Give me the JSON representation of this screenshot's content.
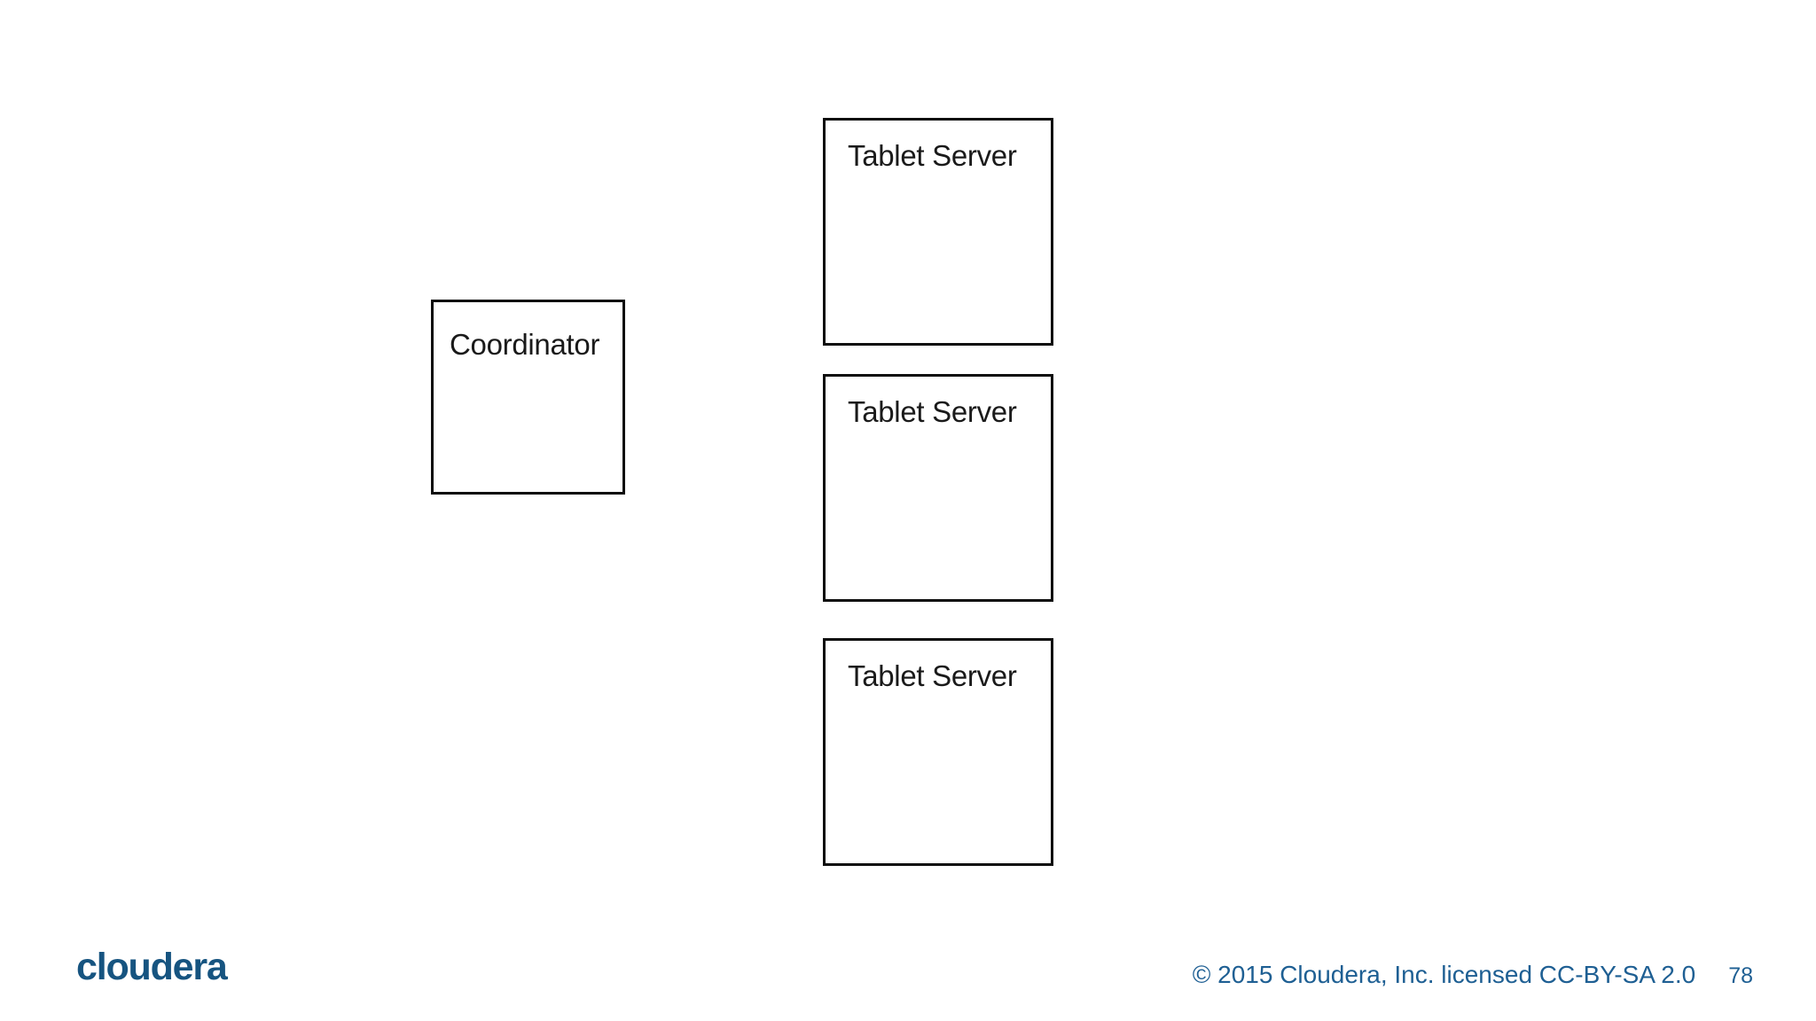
{
  "diagram": {
    "nodes": [
      {
        "id": "coordinator",
        "label": "Coordinator"
      },
      {
        "id": "tablet-server-1",
        "label": "Tablet Server"
      },
      {
        "id": "tablet-server-2",
        "label": "Tablet Server"
      },
      {
        "id": "tablet-server-3",
        "label": "Tablet Server"
      }
    ]
  },
  "footer": {
    "logo_text": "cloudera",
    "copyright": "© 2015 Cloudera, Inc. licensed CC-BY-SA 2.0",
    "page_number": "78"
  },
  "colors": {
    "background": "#ffffff",
    "node-border": "#0d0d0d",
    "node-fill": "#ffffff",
    "label": "#1a1a1a",
    "logo": "#165480",
    "footer-text": "#1e5f93"
  }
}
